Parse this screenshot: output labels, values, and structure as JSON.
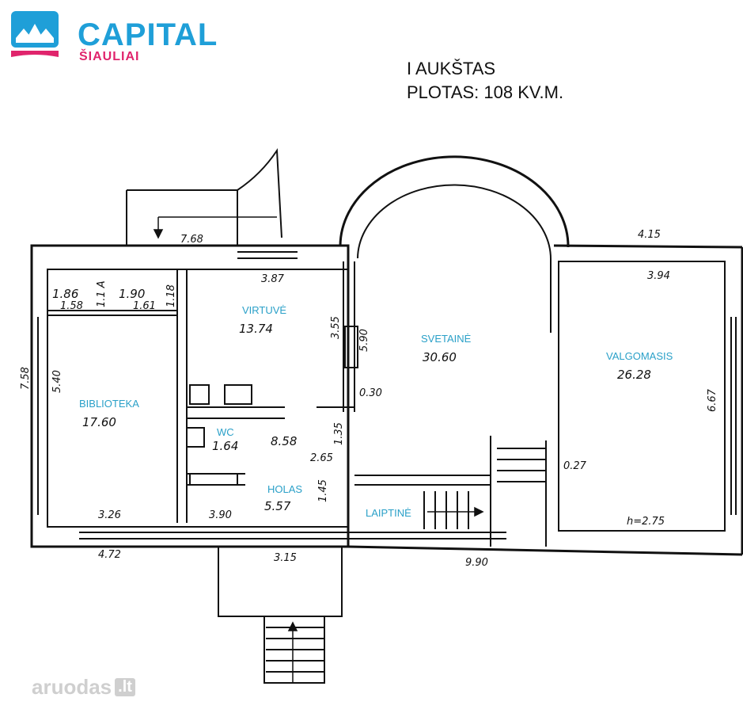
{
  "brand": {
    "name": "CAPITAL",
    "city": "ŠIAULIAI"
  },
  "header": {
    "floor": "I AUKŠTAS",
    "area": "PLOTAS: 108 KV.M."
  },
  "rooms": {
    "virtuve": {
      "label": "VIRTUVĖ",
      "area": "13.74"
    },
    "svetaine": {
      "label": "SVETAINĖ",
      "area": "30.60"
    },
    "valgomasis": {
      "label": "VALGOMASIS",
      "area": "26.28"
    },
    "biblioteka": {
      "label": "BIBLIOTEKA",
      "area": "17.60"
    },
    "wc": {
      "label": "WC",
      "area": "1.64"
    },
    "holas": {
      "label": "HOLAS",
      "area": "5.57"
    },
    "laiptine": {
      "label": "LAIPTINĖ",
      "area": ""
    },
    "koridorius": {
      "area": "8.58"
    },
    "sandeliukas1": {
      "area": "1.86"
    },
    "sandeliukas2": {
      "area": "1.90"
    }
  },
  "dimensions": {
    "d768": "7.68",
    "d387": "3.87",
    "d415": "4.15",
    "d394": "3.94",
    "d186b": "1.58",
    "d161": "1.61",
    "d11a": "1.1 A",
    "d118": "1.18",
    "d758": "7.58",
    "d540": "5.40",
    "d355": "3.55",
    "d590": "5.90",
    "d030": "0.30",
    "d135": "1.35",
    "d265": "2.65",
    "d145": "1.45",
    "d667": "6.67",
    "d027": "0.27",
    "h": "h=2.75",
    "d326": "3.26",
    "d390": "3.90",
    "d472": "4.72",
    "d315": "3.15",
    "d990": "9.90"
  },
  "watermark": {
    "text": "aruodas",
    "suffix": ".lt"
  },
  "colors": {
    "brand_blue": "#1f9fd8",
    "brand_pink": "#e0246c",
    "label_blue": "#2aa0c8",
    "lines": "#111111"
  }
}
